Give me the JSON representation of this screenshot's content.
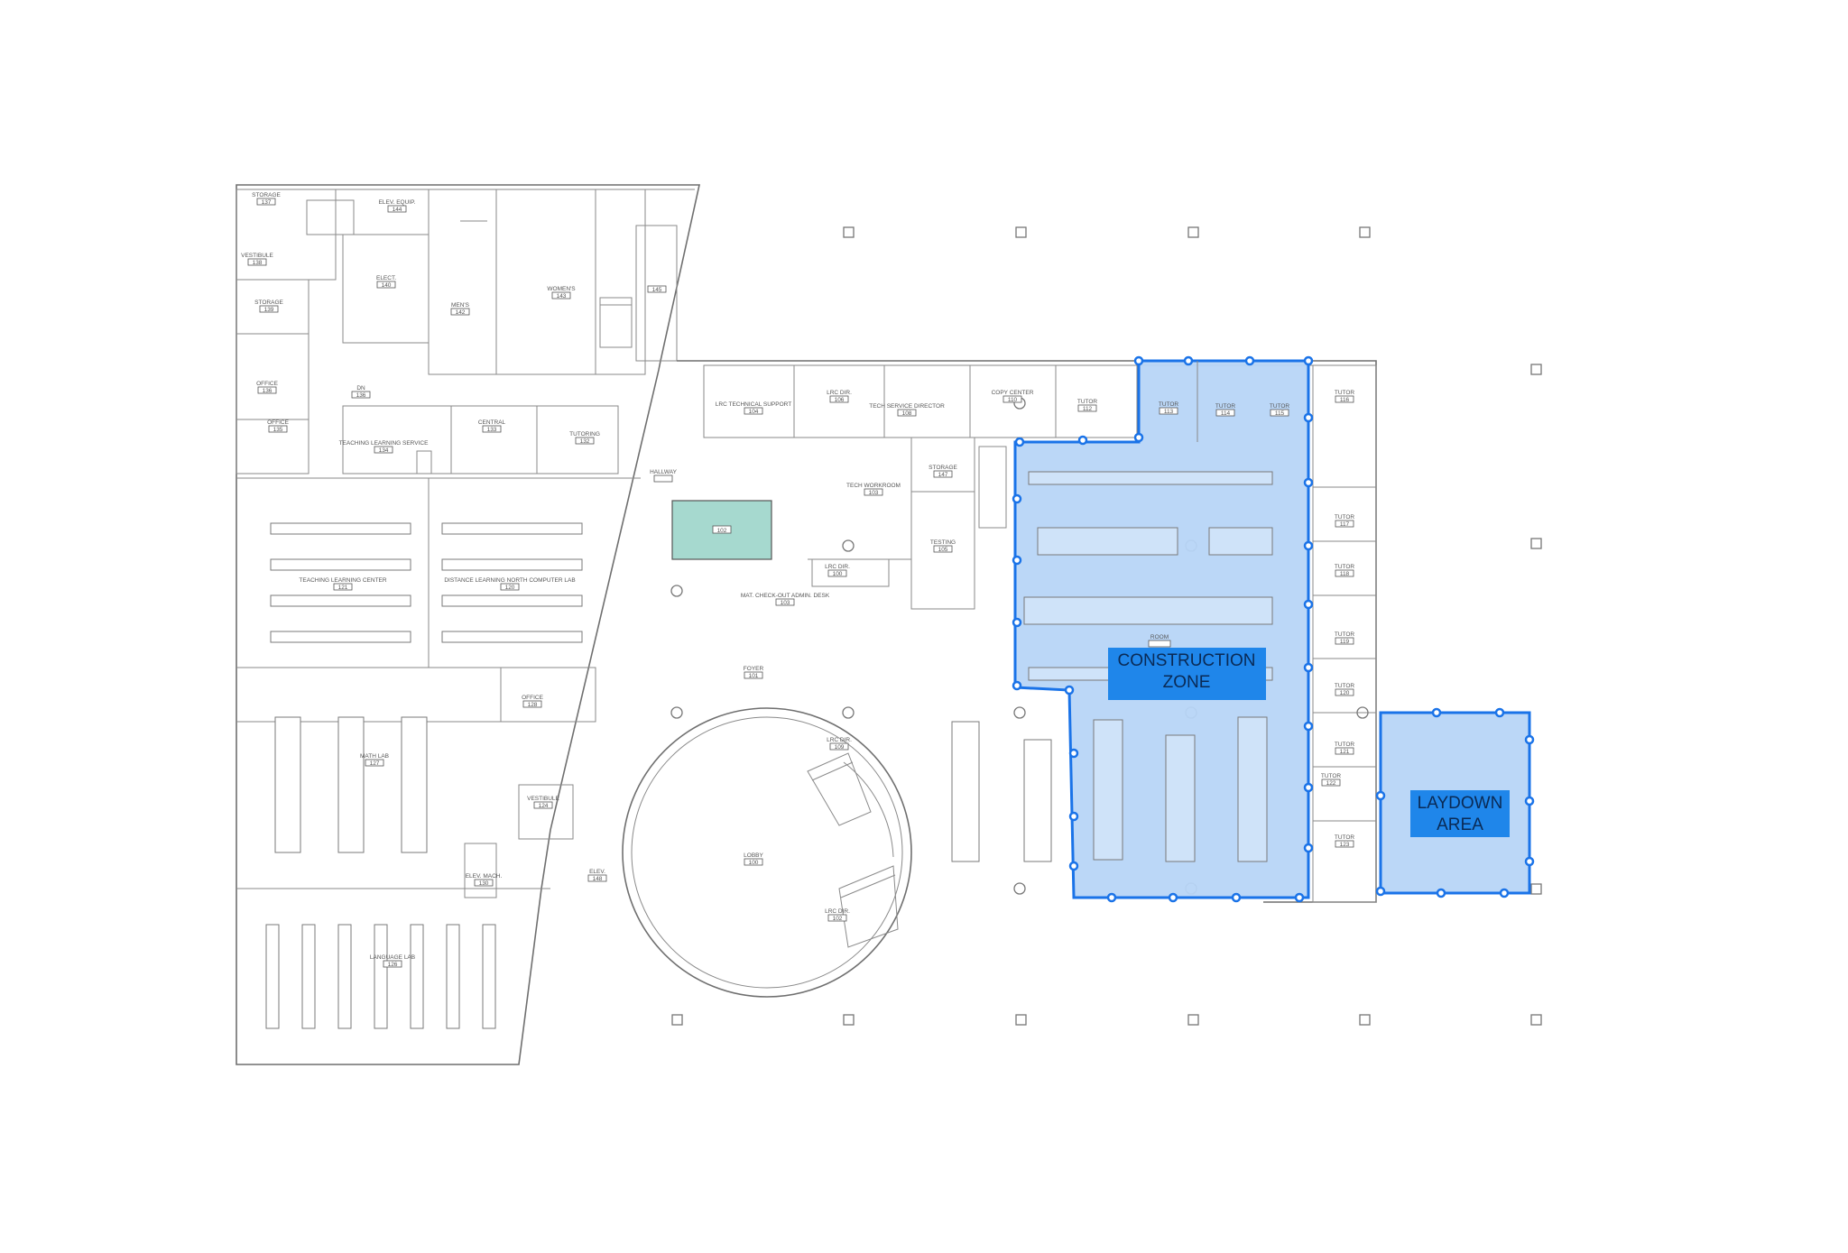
{
  "colors": {
    "zone_fill": "#b7d5f7",
    "zone_stroke": "#1a73e8",
    "label_bg": "#1f86ea",
    "highlight_room": "#a6d9cf"
  },
  "zones": {
    "construction": {
      "line1": "CONSTRUCTION",
      "line2": "ZONE"
    },
    "laydown": {
      "line1": "LAYDOWN",
      "line2": "AREA"
    }
  },
  "rooms": {
    "storage_137": {
      "name": "STORAGE",
      "num": "137"
    },
    "elev_equip": {
      "name": "ELEV. EQUIP.",
      "num": "144"
    },
    "vestibule_138": {
      "name": "VESTIBULE",
      "num": "138"
    },
    "elect": {
      "name": "ELECT.",
      "num": "140"
    },
    "mens": {
      "name": "MEN'S",
      "num": "142"
    },
    "womens": {
      "name": "WOMEN'S",
      "num": "143"
    },
    "r145": {
      "name": "",
      "num": "145"
    },
    "storage_139": {
      "name": "STORAGE",
      "num": "139"
    },
    "office_136": {
      "name": "OFFICE",
      "num": "136"
    },
    "office_135": {
      "name": "OFFICE",
      "num": "135"
    },
    "dn": {
      "name": "DN",
      "num": "136"
    },
    "teaching_ls": {
      "name": "TEACHING LEARNING SERVICE",
      "num": "134"
    },
    "central": {
      "name": "CENTRAL",
      "num": "133"
    },
    "tutoring": {
      "name": "TUTORING",
      "num": "132"
    },
    "hallway": {
      "name": "HALLWAY",
      "num": ""
    },
    "lrc_tech": {
      "name": "LRC TECHNICAL SUPPORT",
      "num": "104"
    },
    "lrc_dir_top": {
      "name": "LRC DIR.",
      "num": "106"
    },
    "tech_service": {
      "name": "TECH SERVICE DIRECTOR",
      "num": "108"
    },
    "copy_center": {
      "name": "COPY CENTER",
      "num": "110"
    },
    "tutor_112": {
      "name": "TUTOR",
      "num": "112"
    },
    "tutor_113": {
      "name": "TUTOR",
      "num": "113"
    },
    "tutor_114": {
      "name": "TUTOR",
      "num": "114"
    },
    "tutor_115": {
      "name": "TUTOR",
      "num": "115"
    },
    "tutor_116": {
      "name": "TUTOR",
      "num": "116"
    },
    "tech_workroom": {
      "name": "TECH WORKROOM",
      "num": "103"
    },
    "storage_147": {
      "name": "STORAGE",
      "num": "147"
    },
    "testing": {
      "name": "TESTING",
      "num": "105"
    },
    "lrc_dir_mid": {
      "name": "LRC DIR.",
      "num": "100"
    },
    "green_room": {
      "name": "",
      "num": "102"
    },
    "check_out": {
      "name": "MAT. CHECK-OUT ADMIN. DESK",
      "num": "103"
    },
    "teaching_lc": {
      "name": "TEACHING LEARNING CENTER",
      "num": "121"
    },
    "distance_lab": {
      "name": "DISTANCE LEARNING NORTH COMPUTER LAB",
      "num": "120"
    },
    "room": {
      "name": "ROOM",
      "num": ""
    },
    "foyer": {
      "name": "FOYER",
      "num": "101"
    },
    "office_128": {
      "name": "OFFICE",
      "num": "128"
    },
    "math_lab": {
      "name": "MATH LAB",
      "num": "127"
    },
    "vestibule_124": {
      "name": "VESTIBULE",
      "num": "124"
    },
    "lrc_dir_low": {
      "name": "LRC DIR.",
      "num": "109"
    },
    "elev_mach": {
      "name": "ELEV. MACH.",
      "num": "130"
    },
    "elev": {
      "name": "ELEV.",
      "num": "148"
    },
    "lobby": {
      "name": "LOBBY",
      "num": "100"
    },
    "lrc_dir_lobby": {
      "name": "LRC DIR.",
      "num": "102"
    },
    "language_lab": {
      "name": "LANGUAGE LAB",
      "num": "126"
    },
    "tutor_117": {
      "name": "TUTOR",
      "num": "117"
    },
    "tutor_118": {
      "name": "TUTOR",
      "num": "118"
    },
    "tutor_119": {
      "name": "TUTOR",
      "num": "119"
    },
    "tutor_120": {
      "name": "TUTOR",
      "num": "120"
    },
    "tutor_121": {
      "name": "TUTOR",
      "num": "121"
    },
    "tutor_122": {
      "name": "TUTOR",
      "num": "122"
    },
    "tutor_123": {
      "name": "TUTOR",
      "num": "123"
    }
  }
}
